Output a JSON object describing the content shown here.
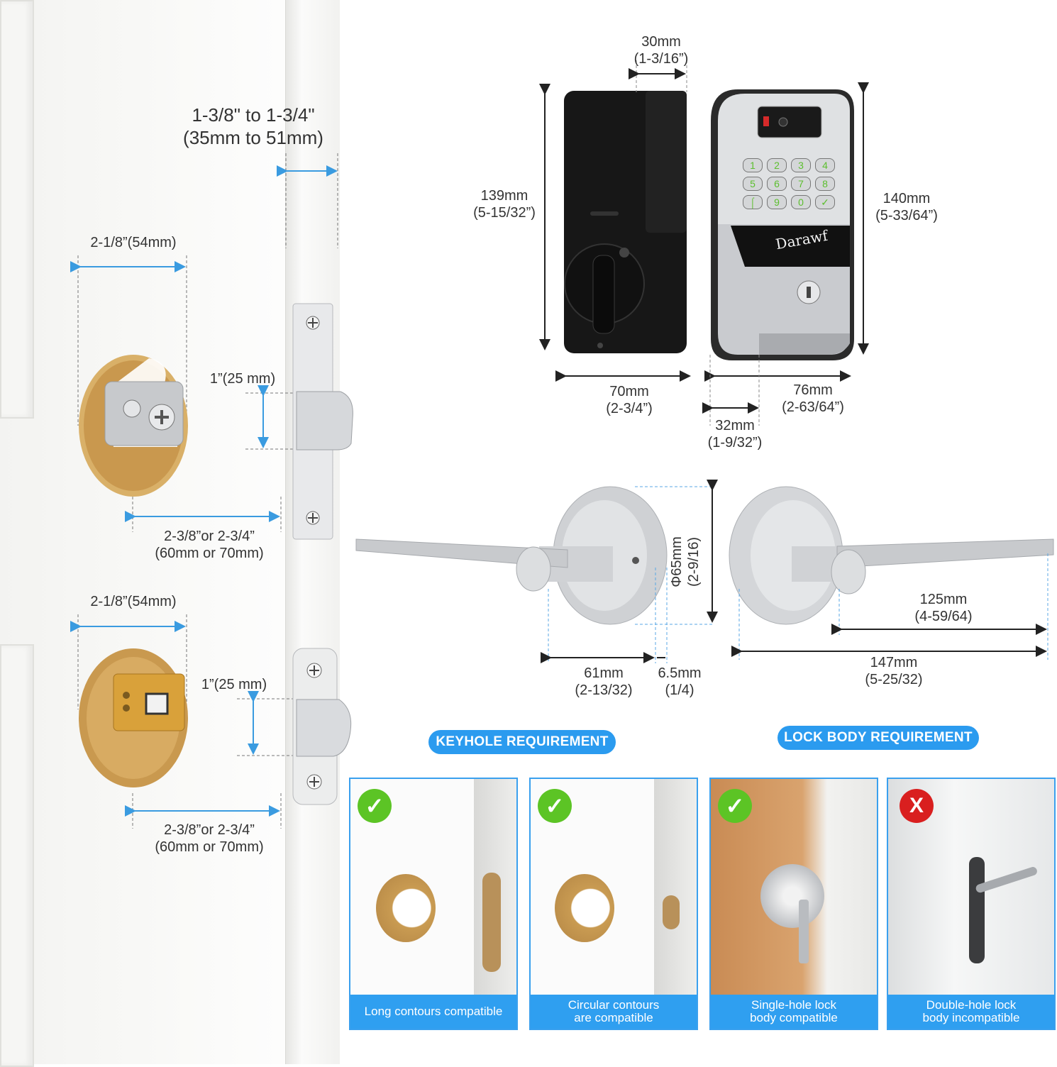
{
  "door_thickness": {
    "line1": "1-3/8\" to 1-3/4\"",
    "line2": "(35mm to 51mm)"
  },
  "latch_top": {
    "bore_label": "2-1/8”(54mm)",
    "height_label": "1”(25 mm)",
    "backset_line1": "2-3/8”or 2-3/4”",
    "backset_line2": "(60mm or 70mm)"
  },
  "latch_bottom": {
    "bore_label": "2-1/8”(54mm)",
    "height_label": "1”(25 mm)",
    "backset_line1": "2-3/8”or 2-3/4”",
    "backset_line2": "(60mm or 70mm)"
  },
  "deadbolt": {
    "depth": {
      "mm": "30mm",
      "in": "(1-3/16”)"
    },
    "interior_height": {
      "mm": "139mm",
      "in": "(5-15/32”)"
    },
    "exterior_height": {
      "mm": "140mm",
      "in": "(5-33/64”)"
    },
    "interior_width": {
      "mm": "70mm",
      "in": "(2-3/4”)"
    },
    "exterior_width": {
      "mm": "76mm",
      "in": "(2-63/64”)"
    },
    "exterior_depth": {
      "mm": "32mm",
      "in": "(1-9/32”)"
    },
    "brand": "Darawf",
    "keypad_keys": [
      "1",
      "2",
      "3",
      "4",
      "5",
      "6",
      "7",
      "8",
      "⌠",
      "9",
      "0",
      "✓"
    ]
  },
  "lever": {
    "rose_diameter": {
      "mm": "Φ65mm",
      "in": "(2-9/16)"
    },
    "projection": {
      "mm": "61mm",
      "in": "(2-13/32)"
    },
    "rose_thickness": {
      "mm": "6.5mm",
      "in": "(1/4)"
    },
    "lever_length": {
      "mm": "125mm",
      "in": "(4-59/64)"
    },
    "overall_length": {
      "mm": "147mm",
      "in": "(5-25/32)"
    }
  },
  "requirements": {
    "keyhole_title": "KEYHOLE REQUIREMENT",
    "lockbody_title": "LOCK BODY REQUIREMENT",
    "cards": [
      {
        "line1": "Long contours compatible",
        "line2": "",
        "status": "ok"
      },
      {
        "line1": "Circular contours",
        "line2": "are compatible",
        "status": "ok"
      },
      {
        "line1": "Single-hole lock",
        "line2": "body compatible",
        "status": "ok"
      },
      {
        "line1": "Double-hole lock",
        "line2": "body incompatible",
        "status": "bad"
      }
    ],
    "ok_mark": "✓",
    "bad_mark": "X"
  },
  "colors": {
    "accent": "#2b9bef",
    "ok": "#5cc425",
    "bad": "#d91f1f",
    "dim_line": "#3a9be0"
  }
}
